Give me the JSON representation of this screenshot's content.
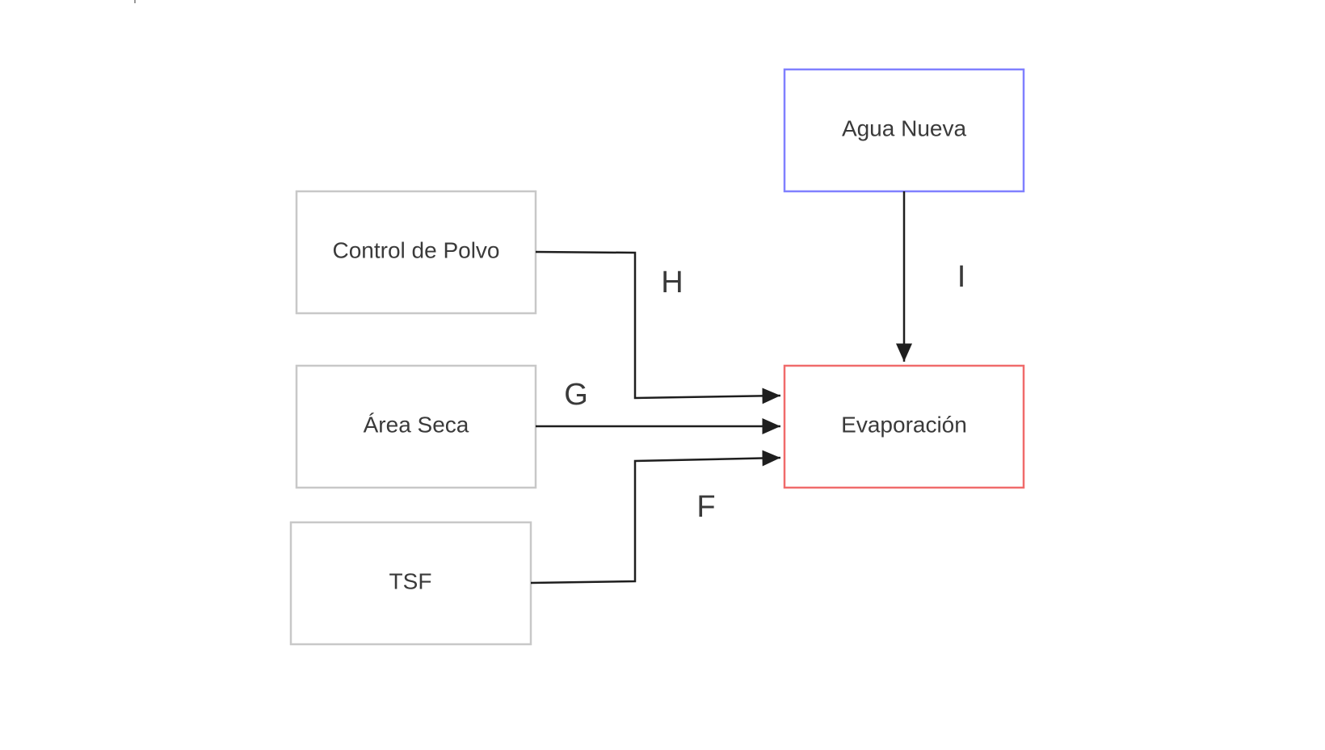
{
  "diagram": {
    "nodes": [
      {
        "id": "control-de-polvo",
        "label": "Control de Polvo"
      },
      {
        "id": "area-seca",
        "label": "Área Seca"
      },
      {
        "id": "tsf",
        "label": "TSF"
      },
      {
        "id": "agua-nueva",
        "label": "Agua Nueva"
      },
      {
        "id": "evaporacion",
        "label": "Evaporación"
      }
    ],
    "edges": [
      {
        "from": "control-de-polvo",
        "to": "evaporacion",
        "label": "H"
      },
      {
        "from": "area-seca",
        "to": "evaporacion",
        "label": "G"
      },
      {
        "from": "tsf",
        "to": "evaporacion",
        "label": "F"
      },
      {
        "from": "agua-nueva",
        "to": "evaporacion",
        "label": "I"
      }
    ],
    "colors": {
      "default_border": "#c8c8c8",
      "agua_nueva_border": "#8080ff",
      "evaporacion_border": "#f06b6b",
      "edge": "#1e1e1e",
      "text": "#3a3a3a"
    }
  }
}
